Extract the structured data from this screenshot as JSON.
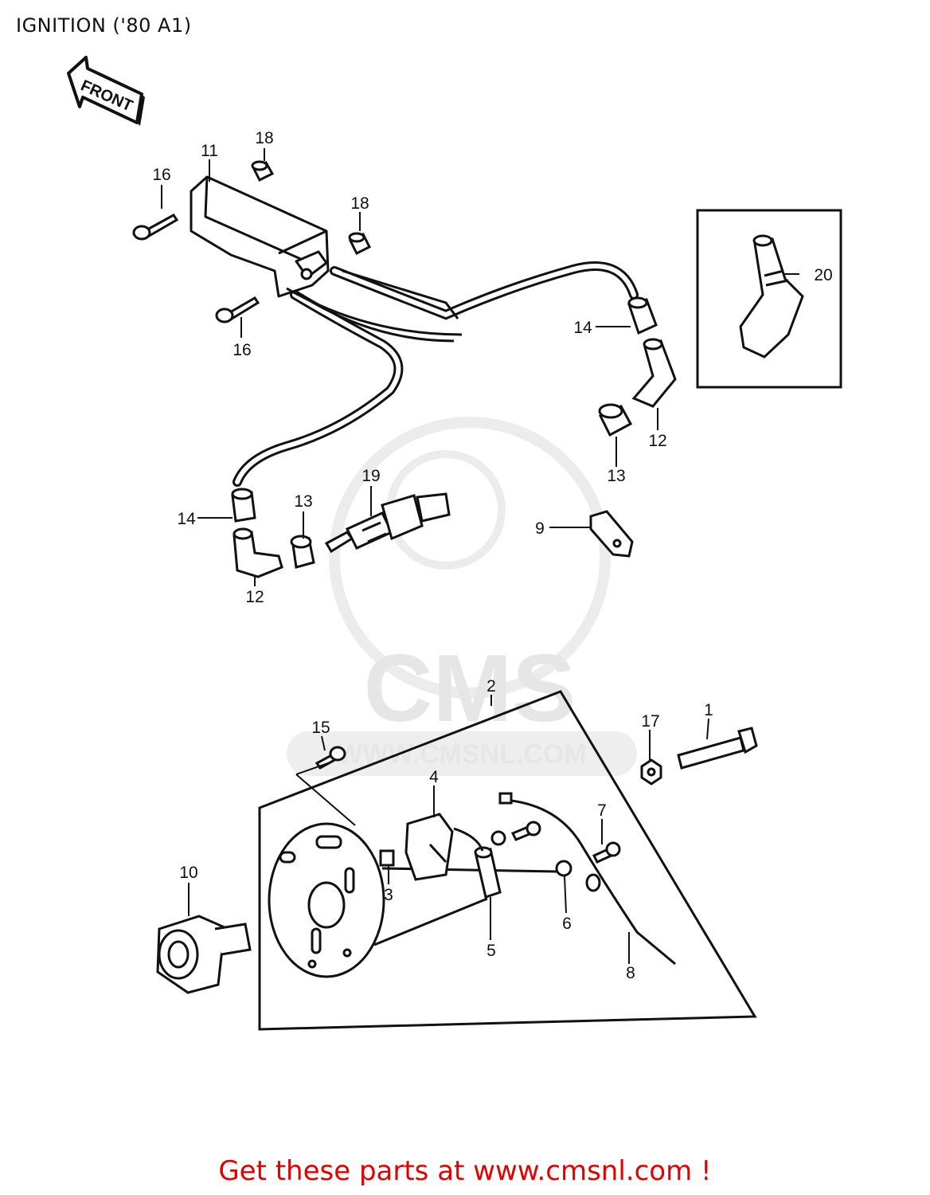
{
  "page": {
    "title": "IGNITION ('80 A1)",
    "footer": "Get these parts at www.cmsnl.com !",
    "accent_color": "#e30000"
  },
  "diagram": {
    "front_arrow_text": "FRONT",
    "watermark_brand": "CMS",
    "watermark_url": "WWW.CMSNL.COM",
    "callouts": [
      "1",
      "2",
      "3",
      "4",
      "5",
      "6",
      "7",
      "8",
      "9",
      "10",
      "11",
      "12",
      "12",
      "13",
      "13",
      "14",
      "14",
      "15",
      "16",
      "16",
      "17",
      "18",
      "18",
      "19",
      "20"
    ]
  }
}
